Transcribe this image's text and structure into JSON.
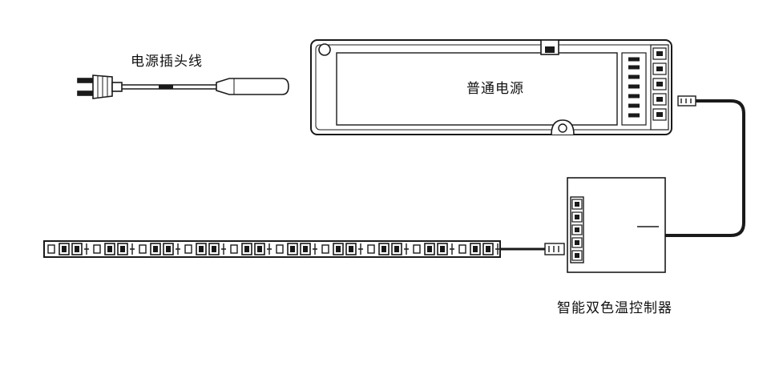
{
  "labels": {
    "power_plug": "电源插头线",
    "power_supply": "普通电源",
    "controller": "智能双色温控制器"
  },
  "icons": {
    "plug": "power-plug-icon",
    "psu": "power-supply-icon",
    "controller": "controller-icon",
    "strip": "led-strip-icon"
  },
  "colors": {
    "line": "#1a1a1a",
    "background": "#ffffff"
  }
}
